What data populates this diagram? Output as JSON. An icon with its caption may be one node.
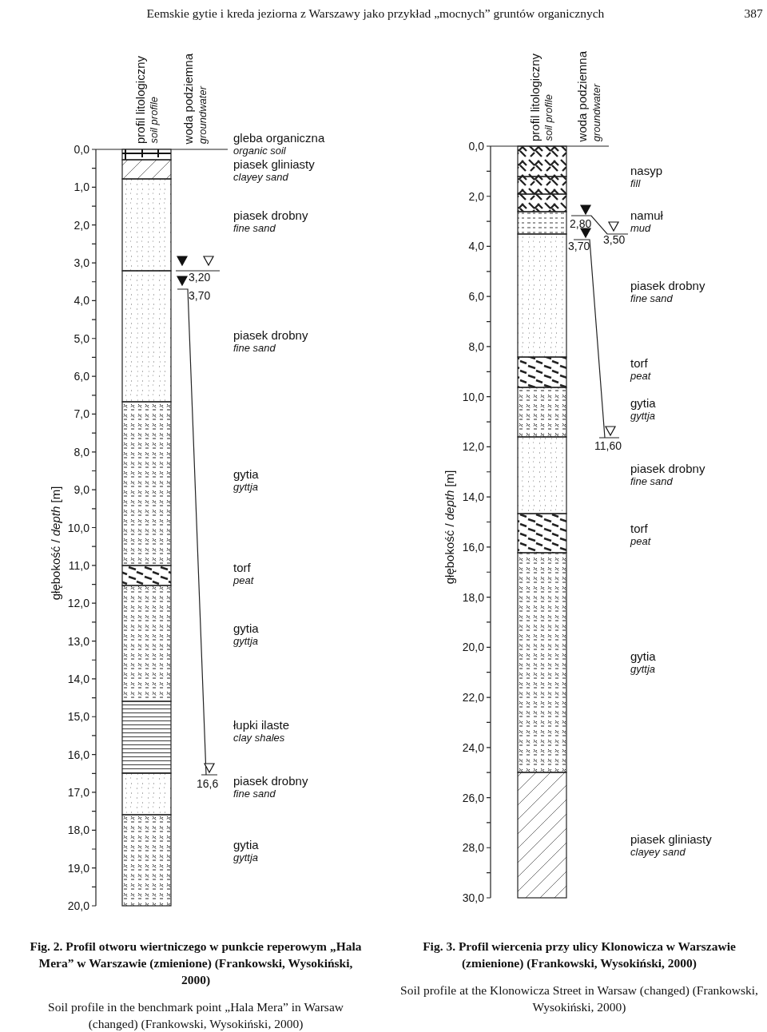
{
  "diagram": {
    "labels": [
      "Eemskie gytie i kreda jeziorna z Warszawy jako przykład „mocnych” gruntów organicznych",
      "387",
      "profil litologiczny",
      "soil profile",
      "woda podziemna",
      "groundwater",
      "0,0",
      "1,0",
      "2,0",
      "3,0",
      "4,0",
      "5,0",
      "6,0",
      "7,0",
      "8,0",
      "9,0",
      "10,0",
      "11,0",
      "12,0",
      "13,0",
      "14,0",
      "15,0",
      "16,0",
      "17,0",
      "18,0",
      "19,0",
      "20,0",
      "głębokość / *depth* [m]",
      "3,20",
      "3,70",
      "16,6",
      "gleba organiczna",
      "organic soil",
      "piasek gliniasty",
      "clayey sand",
      "piasek drobny",
      "fine sand",
      "piasek drobny",
      "fine sand",
      "gytia",
      "gyttja",
      "torf",
      "peat",
      "gytia",
      "gyttja",
      "łupki ilaste",
      "clay shales",
      "piasek drobny",
      "fine sand",
      "gytia",
      "gyttja",
      "profil litologiczny",
      "soil profile",
      "woda podziemna",
      "groundwater",
      "0,0",
      "2,0",
      "4,0",
      "6,0",
      "8,0",
      "10,0",
      "12,0",
      "14,0",
      "16,0",
      "18,0",
      "20,0",
      "22,0",
      "24,0",
      "26,0",
      "28,0",
      "30,0",
      "głębokość / *depth* [m]",
      "2,80",
      "3,70",
      "3,50",
      "11,60",
      "nasyp",
      "fill",
      "namuł",
      "mud",
      "piasek drobny",
      "fine sand",
      "torf",
      "peat",
      "gytia",
      "gyttja",
      "piasek drobny",
      "fine sand",
      "torf",
      "peat",
      "gytia",
      "gyttja",
      "piasek gliniasty",
      "clayey sand",
      "Fig. 2. Profil otworu wiertniczego w punkcie reperowym „Hala Mera” w Warszawie (zmienione) (Frankowski, Wysokiński, 2000)",
      "Soil profile in the benchmark point „Hala Mera” in Warsaw (changed) (Frankowski, Wysokiński, 2000)",
      "Fig. 3. Profil wiercenia przy ulicy Klonowicza w Warszawie (zmienione) (Frankowski, Wysokiński, 2000)",
      "Soil profile at the Klonowicza Street in Warsaw (changed) (Frankowski, Wysokiński, 2000)"
    ]
  }
}
